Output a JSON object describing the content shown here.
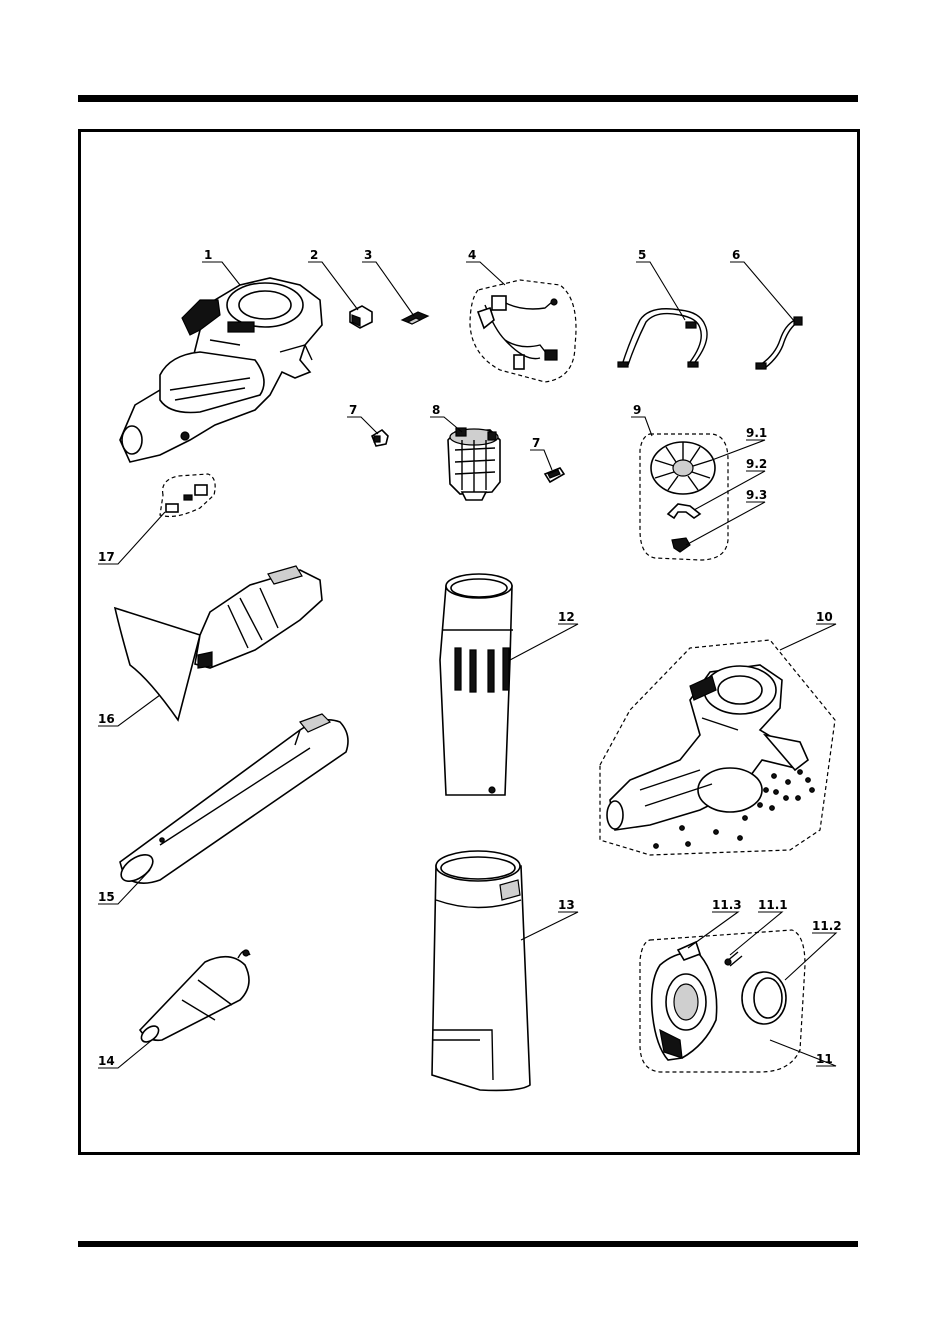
{
  "callouts": [
    {
      "id": "c1",
      "label": "1"
    },
    {
      "id": "c2",
      "label": "2"
    },
    {
      "id": "c3",
      "label": "3"
    },
    {
      "id": "c4",
      "label": "4"
    },
    {
      "id": "c5",
      "label": "5"
    },
    {
      "id": "c6",
      "label": "6"
    },
    {
      "id": "c7a",
      "label": "7"
    },
    {
      "id": "c8",
      "label": "8"
    },
    {
      "id": "c7b",
      "label": "7"
    },
    {
      "id": "c9",
      "label": "9"
    },
    {
      "id": "c9_1",
      "label": "9.1"
    },
    {
      "id": "c9_2",
      "label": "9.2"
    },
    {
      "id": "c9_3",
      "label": "9.3"
    },
    {
      "id": "c17",
      "label": "17"
    },
    {
      "id": "c12",
      "label": "12"
    },
    {
      "id": "c10",
      "label": "10"
    },
    {
      "id": "c16",
      "label": "16"
    },
    {
      "id": "c15",
      "label": "15"
    },
    {
      "id": "c13",
      "label": "13"
    },
    {
      "id": "c11_3",
      "label": "11.3"
    },
    {
      "id": "c11_1",
      "label": "11.1"
    },
    {
      "id": "c11_2",
      "label": "11.2"
    },
    {
      "id": "c11",
      "label": "11"
    },
    {
      "id": "c14",
      "label": "14"
    }
  ]
}
